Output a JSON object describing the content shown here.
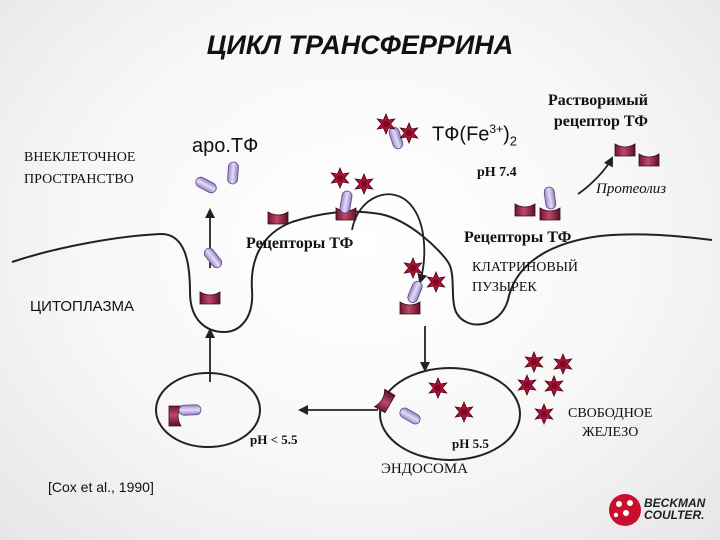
{
  "title": "ЦИКЛ ТРАНСФЕРРИНА",
  "labels": {
    "extracellular_1": "ВНЕКЛЕТОЧНОЕ",
    "extracellular_2": "ПРОСТРАНСТВО",
    "apo_tf": "apo.TФ",
    "tf_fe_main": "TФ(Fe",
    "tf_fe_sup": "3+",
    "tf_fe_close": ")",
    "tf_fe_sub": "2",
    "soluble_receptor_1": "Растворимый",
    "soluble_receptor_2": "рецептор ТФ",
    "ph_74": "pH 7.4",
    "proteolysis": "Протеолиз",
    "receptors_left": "Рецепторы ТФ",
    "receptors_right": "Рецепторы ТФ",
    "clathrin_1": "КЛАТРИНОВЫЙ",
    "clathrin_2": "ПУЗЫРЕК",
    "cytoplasm": "ЦИТОПЛАЗМА",
    "ph_55_left": "pH < 5.5",
    "ph_55_right": "pH 5.5",
    "endosome": "ЭНДОСОМА",
    "free_iron_1": "СВОБОДНОЕ",
    "free_iron_2": "ЖЕЛЕЗО"
  },
  "citation": "[Cox et al., 1990]",
  "logo": {
    "line1": "BECKMAN",
    "line2": "COULTER."
  },
  "colors": {
    "receptor": "#a8284c",
    "transferrin": "#c9bde8",
    "iron": "#b01235",
    "logo": "#c8102e"
  }
}
